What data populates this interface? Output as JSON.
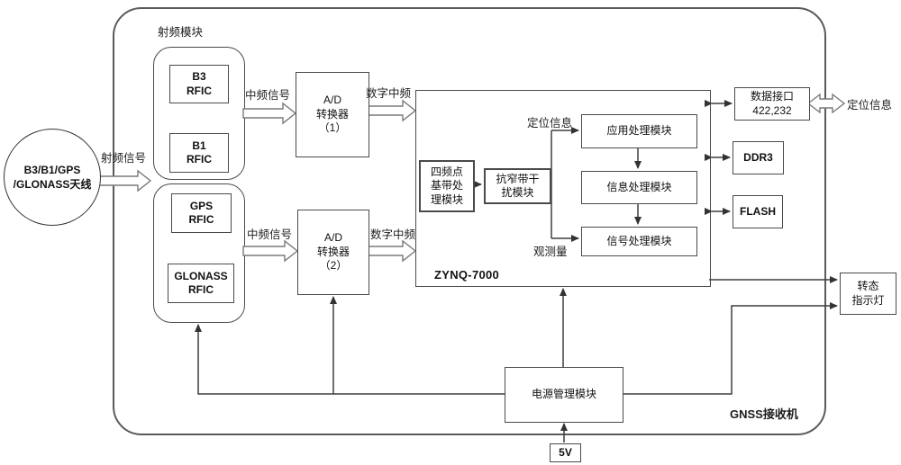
{
  "colors": {
    "line": "#3f3f3f",
    "border": "#4a4a4a",
    "background": "#ffffff"
  },
  "receiver": {
    "enclosure_label": "GNSS接收机",
    "antenna": {
      "line1": "B3/B1/GPS",
      "line2": "/GLONASS天线"
    },
    "rf_section": {
      "label": "射频模块",
      "b3_rfic": {
        "line1": "B3",
        "line2": "RFIC"
      },
      "b1_rfic": {
        "line1": "B1",
        "line2": "RFIC"
      },
      "gps_rfic": {
        "line1": "GPS",
        "line2": "RFIC"
      },
      "glonass_rfic": {
        "line1": "GLONASS",
        "line2": "RFIC"
      }
    },
    "adc1": {
      "line1": "A/D",
      "line2": "转换器",
      "line3": "（1）"
    },
    "adc2": {
      "line1": "A/D",
      "line2": "转换器",
      "line3": "（2）"
    },
    "zynq": {
      "label": "ZYNQ-7000",
      "baseband": {
        "line1": "四频点",
        "line2": "基带处",
        "line3": "理模块"
      },
      "anti_jam": {
        "line1": "抗窄带干",
        "line2": "扰模块"
      },
      "app_module": "应用处理模块",
      "info_module": "信息处理模块",
      "signal_module": "信号处理模块"
    },
    "memory": {
      "data_interface": {
        "line1": "数据接口",
        "line2": "422,232"
      },
      "ddr3": "DDR3",
      "flash": "FLASH"
    },
    "status_light": {
      "line1": "转态",
      "line2": "指示灯"
    },
    "power": {
      "module": "电源管理模块",
      "supply": "5V"
    },
    "signals": {
      "rf": "射频信号",
      "if1": "中频信号",
      "if2": "中频信号",
      "dif1": "数字中频",
      "dif2": "数字中频",
      "pos_inner": "定位信息",
      "observation": "观测量",
      "pos_out": "定位信息"
    }
  }
}
